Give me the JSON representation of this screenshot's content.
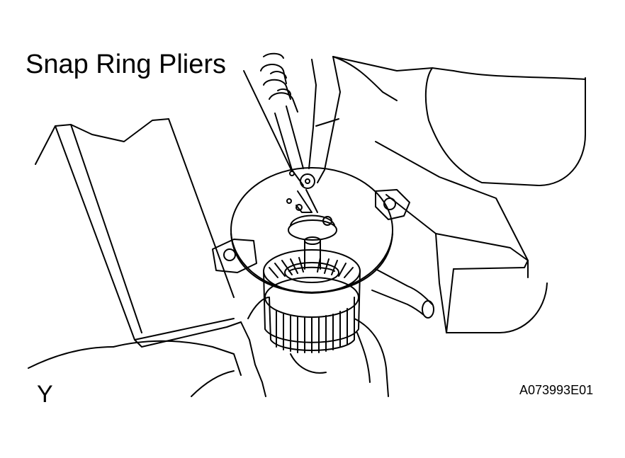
{
  "labels": {
    "callout": "Snap Ring Pliers",
    "corner_mark": "Y",
    "figure_code": "A073993E01"
  },
  "colors": {
    "line": "#000000",
    "background": "#ffffff"
  }
}
